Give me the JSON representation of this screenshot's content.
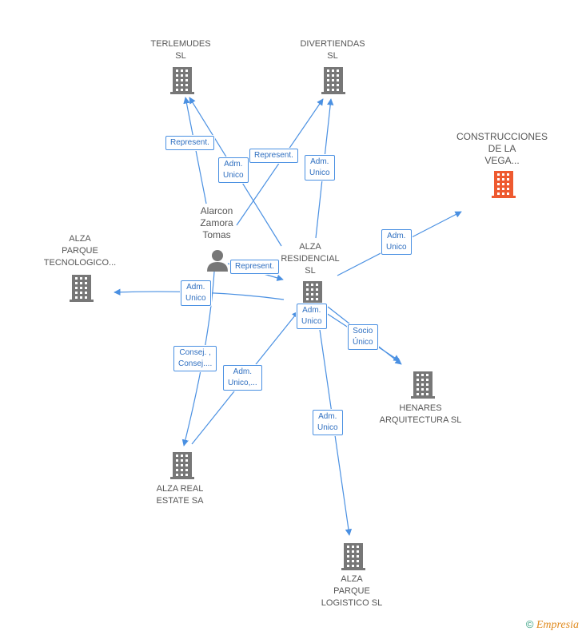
{
  "nodes": {
    "terlemudes": {
      "label": "TERLEMUDES\nSL",
      "color": "#777777"
    },
    "divertiendas": {
      "label": "DIVERTIENDAS\nSL",
      "color": "#777777"
    },
    "construcciones": {
      "label": "CONSTRUCCIONES\nDE LA\nVEGA...",
      "color": "#ee5a30"
    },
    "person": {
      "label": "Alarcon\nZamora\nTomas",
      "color": "#777777"
    },
    "alza_parque_tec": {
      "label": "ALZA\nPARQUE\nTECNOLOGICO...",
      "color": "#777777"
    },
    "alza_residencial": {
      "label": "ALZA\nRESIDENCIAL\nSL",
      "color": "#777777"
    },
    "henares": {
      "label": "HENARES\nARQUITECTURA SL",
      "color": "#777777"
    },
    "alza_real_estate": {
      "label": "ALZA REAL\nESTATE SA",
      "color": "#777777"
    },
    "alza_parque_log": {
      "label": "ALZA\nPARQUE\nLOGISTICO  SL",
      "color": "#777777"
    }
  },
  "edges": [
    {
      "label": "Represent."
    },
    {
      "label": "Adm.\nUnico"
    },
    {
      "label": "Represent."
    },
    {
      "label": "Adm.\nUnico"
    },
    {
      "label": "Adm.\nUnico"
    },
    {
      "label": "Represent."
    },
    {
      "label": "Adm.\nUnico"
    },
    {
      "label": "Adm.\nUnico"
    },
    {
      "label": "Socio\nÚnico"
    },
    {
      "label": "Consej. ,\nConsej...."
    },
    {
      "label": "Adm.\nUnico,..."
    },
    {
      "label": "Adm.\nUnico"
    }
  ],
  "colors": {
    "edge": "#4a90e2",
    "node_gray": "#777777",
    "node_highlight": "#ee5a30"
  },
  "footer": {
    "copyright": "©",
    "brand": "Empresia"
  }
}
